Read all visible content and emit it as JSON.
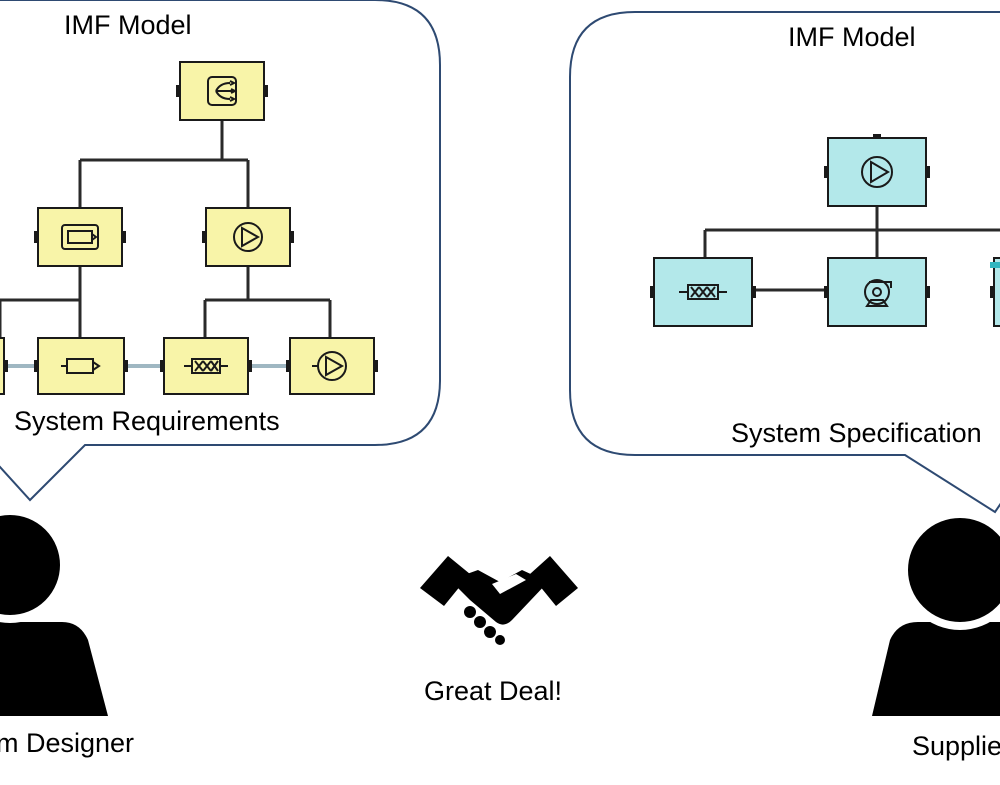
{
  "left_panel": {
    "title": "IMF Model",
    "caption": "System Requirements",
    "block_fill": "#f8f4a8",
    "icons": [
      "aspect-split-icon",
      "pipe-segment-icon",
      "pump-icon",
      "pipe-segment-icon",
      "valve-icon",
      "pump-icon"
    ]
  },
  "right_panel": {
    "title": "IMF Model",
    "caption": "System Specification",
    "block_fill": "#b3e8ea",
    "icons": [
      "pump-icon",
      "valve-icon",
      "compressor-icon"
    ]
  },
  "center": {
    "caption": "Great Deal!",
    "icon": "handshake-icon"
  },
  "people": {
    "left_label": "m Designer",
    "right_label": "Supplie"
  },
  "colors": {
    "bubble_stroke": "#2e4a72",
    "wire": "#2a2a2a",
    "block_stroke": "#1a1a1a"
  }
}
